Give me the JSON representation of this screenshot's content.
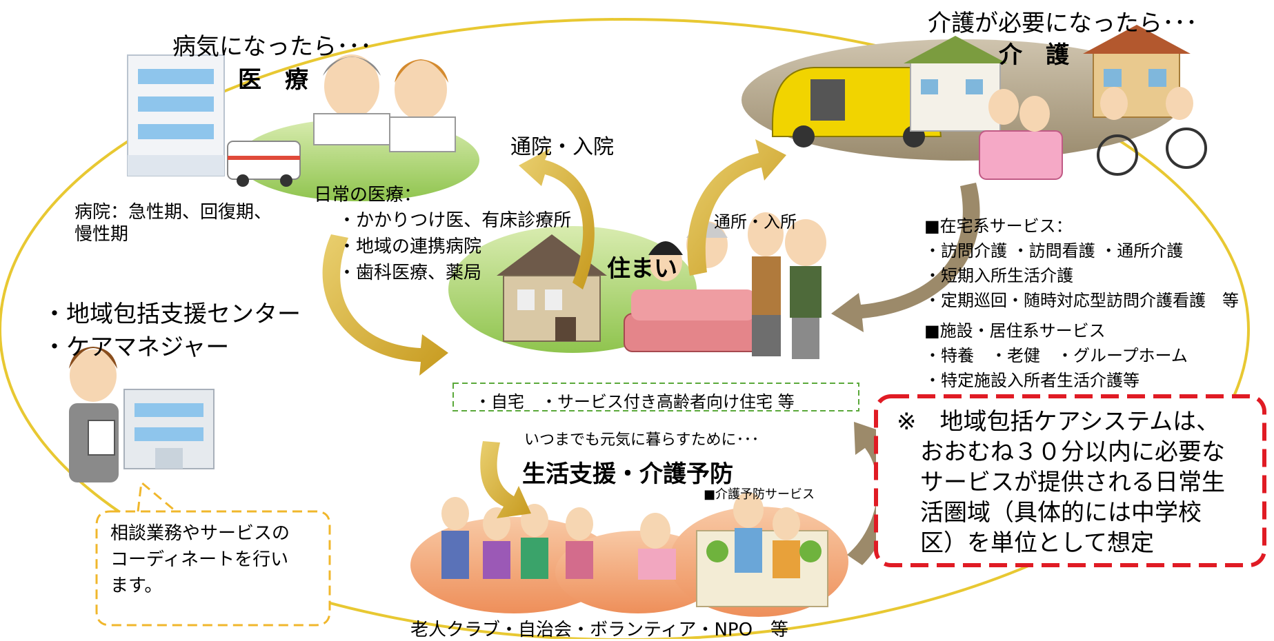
{
  "iryo": {
    "heading": "病気になったら･･･",
    "title": "医　療",
    "hospital_label": "病院：急性期、回復期、\n慢性期",
    "daily_title": "日常の医療：",
    "daily_items": [
      "・かかりつけ医、有床診療所",
      "・地域の連携病院",
      "・歯科医療、薬局"
    ]
  },
  "kaigo": {
    "heading": "介護が必要になったら･･･",
    "title": "介　護",
    "zaitaku_title": "■在宅系サービス：",
    "zaitaku_items": [
      "・訪問介護 ・訪問看護 ・通所介護",
      "・短期入所生活介護",
      "・定期巡回・随時対応型訪問介護看護　等"
    ],
    "shisetsu_title": "■施設・居住系サービス",
    "shisetsu_items": [
      "・特養　・老健　・グループホーム",
      "・特定施設入所者生活介護等"
    ]
  },
  "arrows": {
    "tsuin": "通院・入院",
    "tsusho": "通所・入所"
  },
  "sumai": {
    "title": "住まい",
    "types": "・自宅　・サービス付き高齢者向け住宅 等"
  },
  "yobou": {
    "subtitle": "いつまでも元気に暮らすために･･･",
    "title": "生活支援・介護予防",
    "service": "■介護予防サービス",
    "groups": "老人クラブ・自治会・ボランティア・NPO　等"
  },
  "center": {
    "items": [
      "・地域包括支援センター",
      "・ケアマネジャー"
    ],
    "speech": "相談業務やサービスの\nコーディネートを行い\nます。"
  },
  "note": "※　地域包括ケアシステムは、\n　おおむね３０分以内に必要な\n　サービスが提供される日常生\n　活圏域（具体的には中学校\n　区）を単位として想定"
}
